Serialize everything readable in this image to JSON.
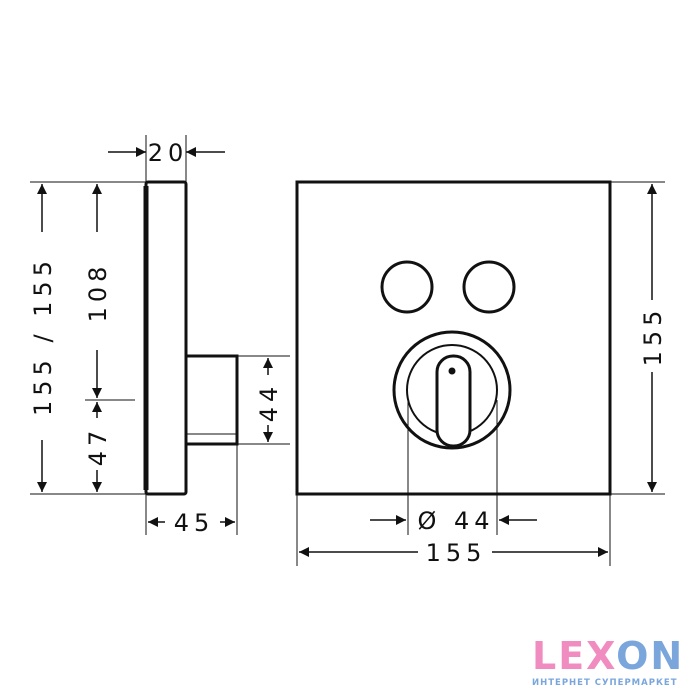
{
  "dimensions": {
    "depth_top": "20",
    "height_total": "155 / 155",
    "height_upper": "108",
    "height_lower": "47",
    "connector_height": "44",
    "depth_bottom": "45",
    "front_height": "155",
    "knob_diameter": "Ø 44",
    "front_width": "155"
  },
  "logo": {
    "text_pink": "LEX",
    "text_blue": "ON",
    "subtitle": "ИНТЕРНЕТ СУПЕРМАРКЕТ"
  }
}
